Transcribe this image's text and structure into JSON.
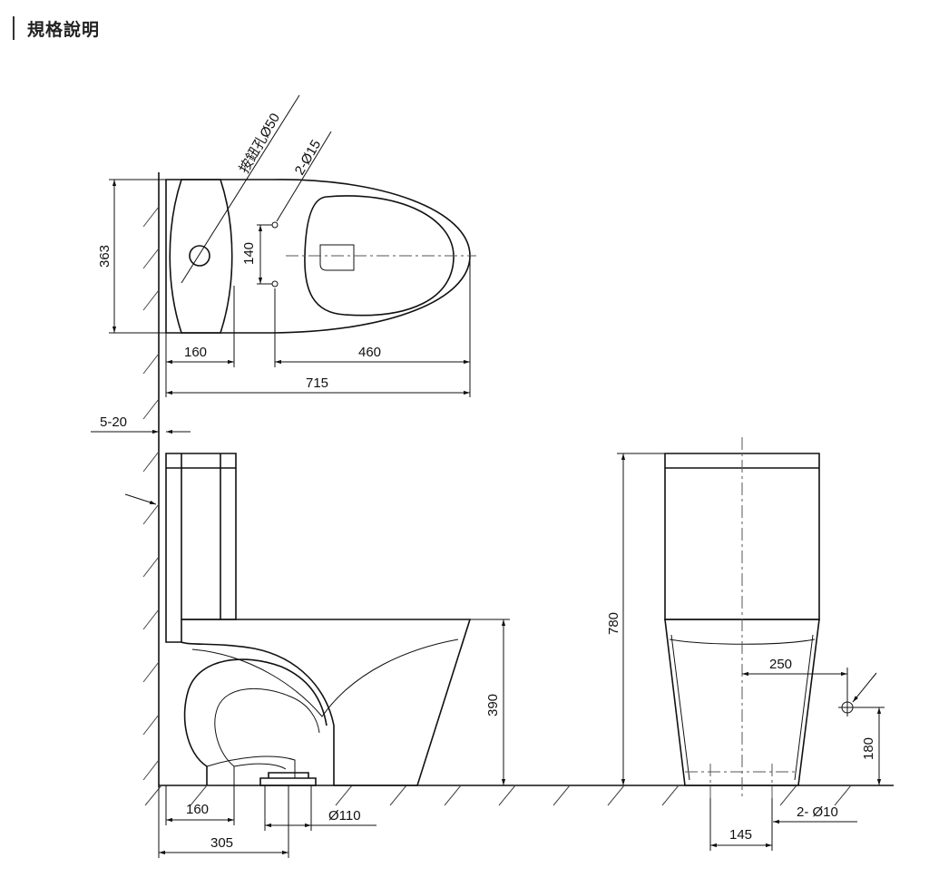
{
  "header": {
    "title": "規格說明"
  },
  "top_view": {
    "dim_depth": "363",
    "dim_tank": "160",
    "dim_hole_to_front": "460",
    "dim_total_length": "715",
    "dim_hole_spacing": "140",
    "callout_button_hole": "按鈕孔Ø50",
    "callout_mount_holes": "2-Ø15"
  },
  "side_view": {
    "dim_wall_gap": "5-20",
    "dim_seat_height": "390",
    "dim_outlet_center": "160",
    "dim_rough_in": "305",
    "dim_outlet_dia": "Ø110"
  },
  "front_view": {
    "dim_total_height": "780",
    "dim_supply_offset": "250",
    "dim_supply_height": "180",
    "dim_bolt_spacing": "145",
    "callout_bolt_holes": "2- Ø10"
  }
}
